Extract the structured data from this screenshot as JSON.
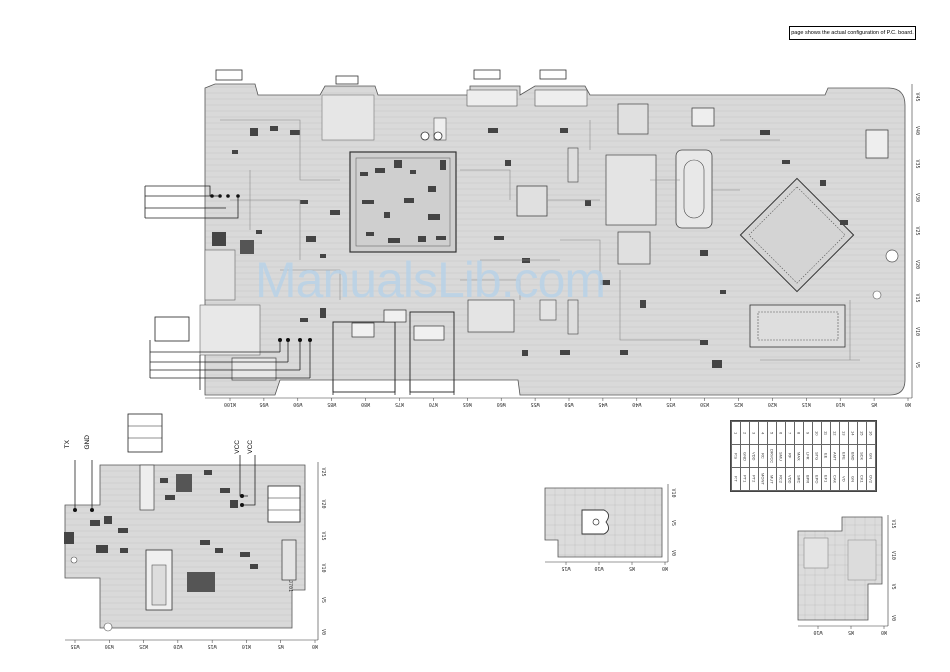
{
  "header_note": "page shows the actual configuration of P.C. board.",
  "watermark": "ManualsLib.com",
  "signals": {
    "tx": "TX",
    "gnd": "GND",
    "vcc": "VCC",
    "vcc2": "VCC"
  },
  "labels": {
    "main_x_axis": [
      "W100",
      "W95",
      "W90",
      "W85",
      "W80",
      "W75",
      "W70",
      "W65",
      "W60",
      "W55",
      "W50",
      "W45",
      "W40",
      "W35",
      "W30",
      "W25",
      "W20",
      "W15",
      "W10",
      "W5",
      "W0"
    ],
    "main_y_axis": [
      "V45",
      "V40",
      "V35",
      "V30",
      "V25",
      "V20",
      "V15",
      "V10",
      "V5"
    ],
    "sub1_x_axis": [
      "W35",
      "W30",
      "W25",
      "W20",
      "W15",
      "W10",
      "W5",
      "W0"
    ],
    "sub1_y_axis": [
      "V25",
      "V20",
      "V15",
      "V10",
      "V5",
      "V0"
    ],
    "sub2_x_axis": [
      "W15",
      "W10",
      "W5",
      "W0"
    ],
    "sub2_y_axis": [
      "V10",
      "V5",
      "V0"
    ],
    "sub3_x_axis": [
      "W10",
      "W5",
      "W0"
    ],
    "sub3_y_axis": [
      "V15",
      "V10",
      "V5",
      "V0"
    ],
    "connector_id": "J701"
  },
  "pin_table": {
    "rows": [
      [
        "1",
        "2",
        "3",
        "4",
        "5",
        "6",
        "7",
        "8",
        "9",
        "10",
        "11",
        "12",
        "13",
        "14",
        "15",
        "16"
      ],
      [
        "P.S",
        "GND",
        "VDD",
        "RC",
        "DRVCC",
        "SMU",
        "RF",
        "MAX",
        "LFR",
        "STG",
        "EE",
        "AMT",
        "EFE",
        "BND",
        "SCK",
        "GN"
      ],
      [
        "P.T",
        "PT1",
        "PT2",
        "MONT",
        "MUT",
        "RC2",
        "VDD",
        "SRC",
        "BPR",
        "EPO",
        "EF1",
        "CAK",
        "VO",
        "GN",
        "CK1",
        "OV2"
      ]
    ]
  }
}
